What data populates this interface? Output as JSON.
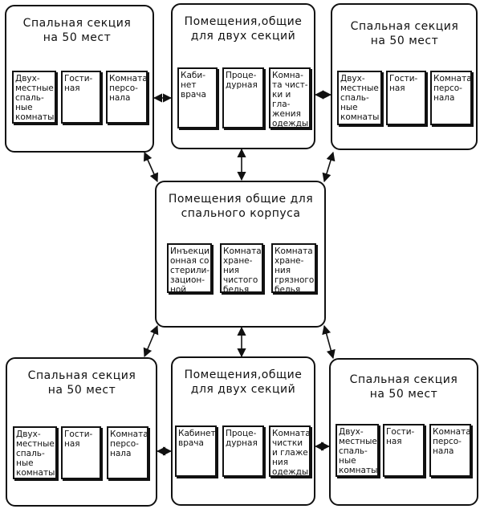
{
  "top_left": {
    "title": "Спальная секция\nна 50 мест",
    "rooms": [
      "Двух-\nместные\nспаль-\nные\nкомнаты",
      "Гости-\nная",
      "Комната\nперсо-\nнала"
    ]
  },
  "top_center": {
    "title": "Помещения,общие\nдля двух секций",
    "rooms": [
      "Каби-\nнет\nврача",
      "Проце-\nдурная",
      "Комна-\nта чист-\nки и гла-\nжения\nодежды"
    ]
  },
  "top_right": {
    "title": "Спальная секция\nна 50 мест",
    "rooms": [
      "Двух-\nместные\nспаль-\nные\nкомнаты",
      "Гости-\nная",
      "Комната\nперсо-\nнала"
    ]
  },
  "center": {
    "title": "Помещения общие для\nспального корпуса",
    "rooms": [
      "Инъекци\nонная со\nстерили-\nзацион-\nной",
      "Комната\nхране-\nния\nчистого\nбелья",
      "Комната\nхране-\nния\nгрязного\nбелья"
    ]
  },
  "bottom_left": {
    "title": "Спальная секция\nна 50 мест",
    "rooms": [
      "Двух-\nместные\nспаль-\nные\nкомнаты",
      "Гости-\nная",
      "Комната\nперсо-\nнала"
    ]
  },
  "bottom_center": {
    "title": "Помещения,общие\nдля двух секций",
    "rooms": [
      "Кабинет\nврача",
      "Проце-\nдурная",
      "Комната\nчистки\nи глаже\nния\nодежды"
    ]
  },
  "bottom_right": {
    "title": "Спальная секция\nна 50 мест",
    "rooms": [
      "Двух-\nместные\nспаль-\nные\nкомнаты",
      "Гости-\nная",
      "Комната\nперсо-\nнала"
    ]
  }
}
